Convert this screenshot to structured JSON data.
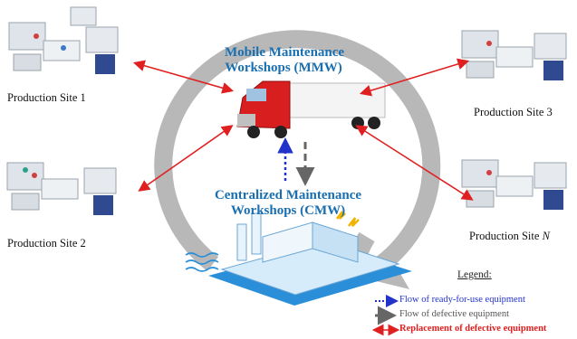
{
  "workshops": {
    "mmw_line1": "Mobile Maintenance",
    "mmw_line2": "Workshops (MMW)",
    "cmw_line1": "Centralized Maintenance",
    "cmw_line2": "Workshops (CMW)"
  },
  "sites": {
    "site1": "Production Site 1",
    "site2": "Production Site 2",
    "site3": "Production Site 3",
    "siteN_prefix": "Production Site ",
    "siteN_italic": "N"
  },
  "legend": {
    "heading": "Legend:",
    "items": [
      {
        "label": "Flow of ready-for-use equipment",
        "color": "#2233cc"
      },
      {
        "label": "Flow of defective equipment",
        "color": "#666666"
      },
      {
        "label": "Replacement of defective equipment",
        "color": "#e02020"
      }
    ]
  },
  "colors": {
    "cycle": "#b8b8b8",
    "title": "#1a6fb0",
    "replacement": "#e02020",
    "ready": "#2233cc",
    "defective": "#666666",
    "truck": "#d81e1e"
  }
}
